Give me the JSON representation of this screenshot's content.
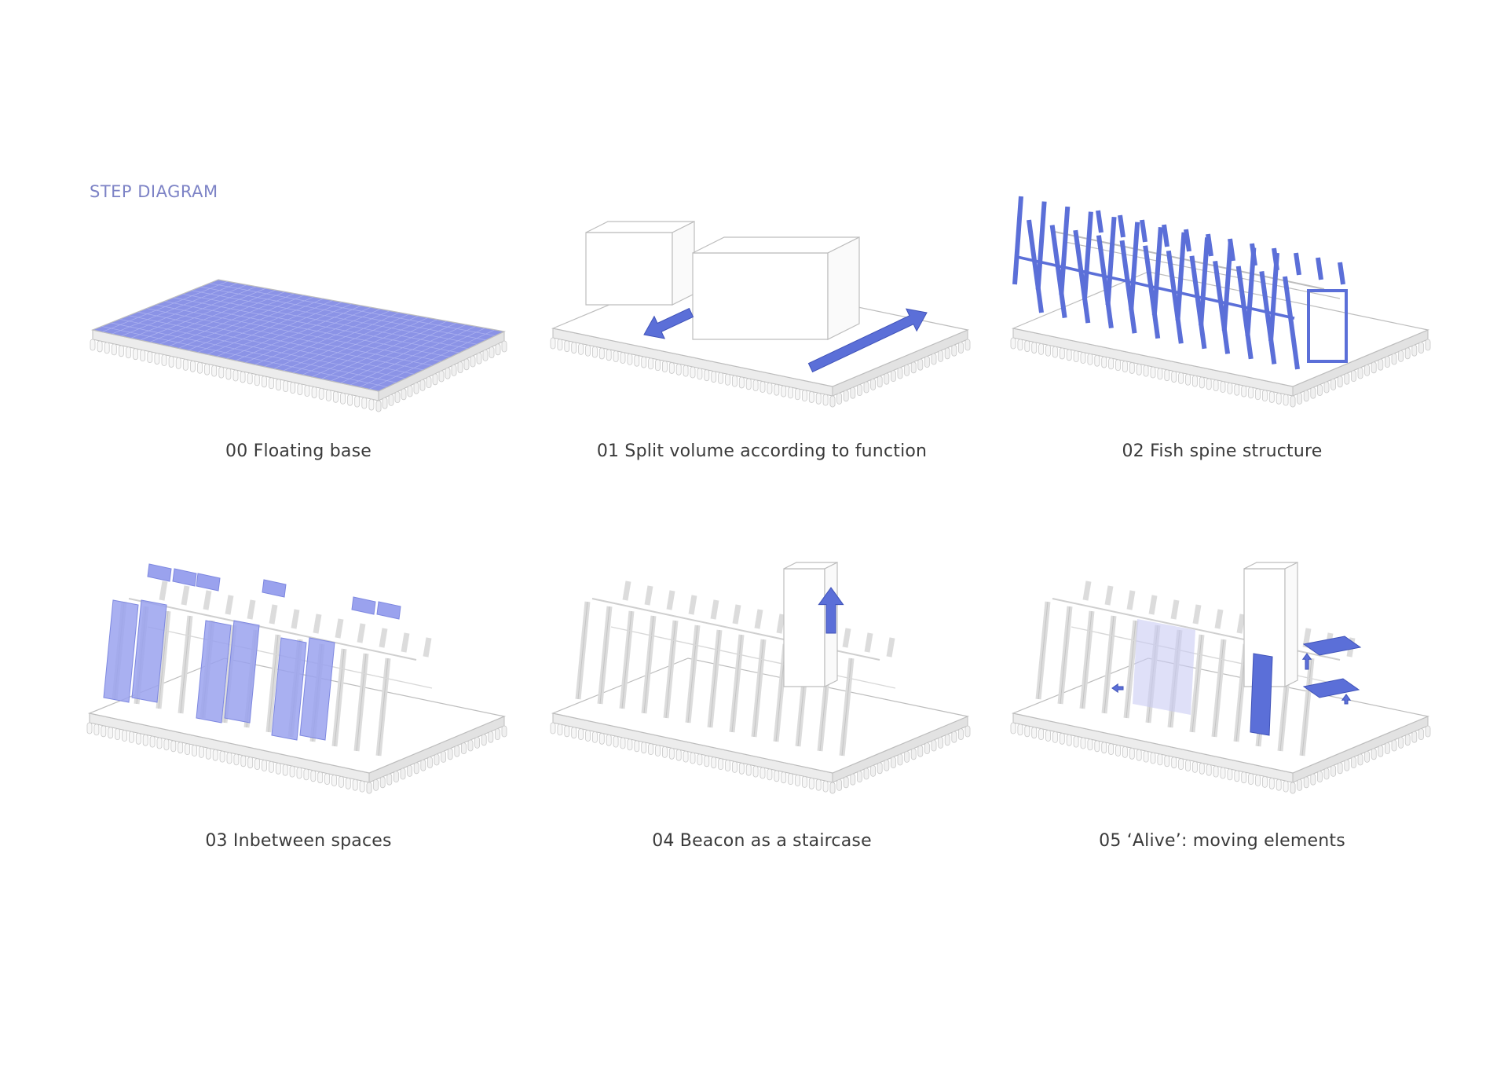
{
  "title": "STEP DIAGRAM",
  "colors": {
    "accent": "#5b6fd8",
    "accent_fill": "#8b93e6",
    "accent_translucent": "#9aa2ee",
    "title_color": "#7d83c6",
    "line": "#bdbdbd",
    "light_fill": "#f4f4f4"
  },
  "steps": [
    {
      "id": "00",
      "caption": "00 Floating base"
    },
    {
      "id": "01",
      "caption": "01 Split volume according to function"
    },
    {
      "id": "02",
      "caption": "02 Fish spine structure"
    },
    {
      "id": "03",
      "caption": "03 Inbetween spaces"
    },
    {
      "id": "04",
      "caption": "04 Beacon as a staircase"
    },
    {
      "id": "05",
      "caption": "05 ‘Alive’: moving elements"
    }
  ]
}
